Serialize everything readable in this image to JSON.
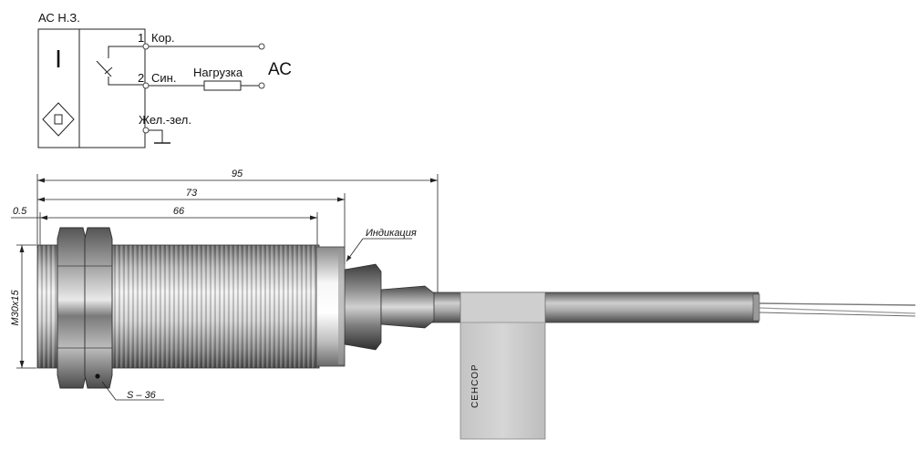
{
  "schematic": {
    "title": "АС Н.З.",
    "symbol_top": "I",
    "terminal_1_num": "1",
    "terminal_1_name": "Кор.",
    "terminal_2_num": "2",
    "terminal_2_name": "Син.",
    "load_label": "Нагрузка",
    "supply_label": "АС",
    "ground_label": "Жел.-зел."
  },
  "drawing": {
    "dim_total": "95",
    "dim_body": "73",
    "dim_thread": "66",
    "dim_offset": "0.5",
    "thread_label": "М30х15",
    "indicator_label": "Индикация",
    "wrench_label": "S – 36",
    "tag_text": "СЕНСОР"
  },
  "colors": {
    "line": "#222222",
    "metal_light": "#e4e4e4",
    "metal_dark": "#6d6d6d",
    "cable": "#8c8c8c"
  }
}
